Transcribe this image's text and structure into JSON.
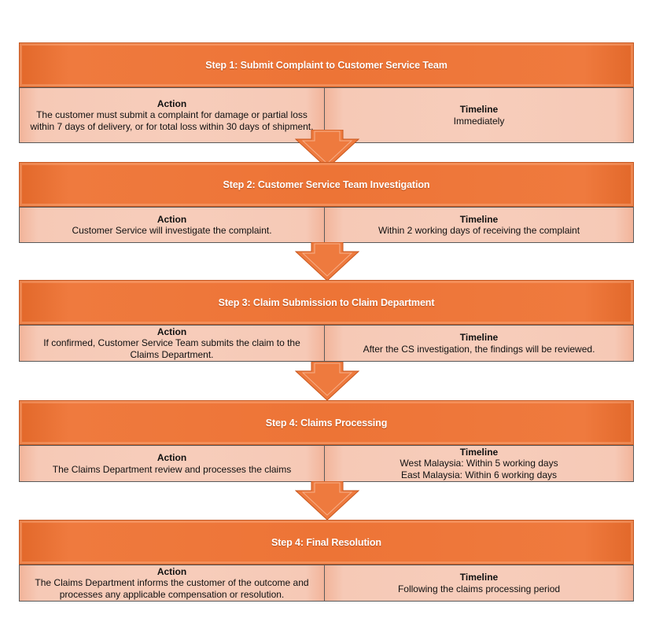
{
  "colors": {
    "header": "#ed7436",
    "cell": "#f7cdbb",
    "arrow": "#ee7a3e",
    "text_on_header": "#ffffff"
  },
  "action_heading": "Action",
  "timeline_heading": "Timeline",
  "steps": [
    {
      "title": "Step 1: Submit Complaint to Customer Service Team",
      "action_lines": [
        "The customer must submit a complaint for damage or partial loss",
        "within 7 days of delivery, or for total loss within 30 days of shipment."
      ],
      "timeline_lines": [
        "Immediately"
      ]
    },
    {
      "title": "Step 2: Customer Service Team Investigation",
      "action_lines": [
        "Customer Service will investigate the complaint."
      ],
      "timeline_lines": [
        "Within 2 working days of receiving the complaint"
      ]
    },
    {
      "title": "Step 3: Claim Submission to Claim Department",
      "action_lines": [
        "If confirmed, Customer Service Team submits the claim to the",
        "Claims Department."
      ],
      "timeline_lines": [
        "After the CS investigation, the findings will be reviewed."
      ]
    },
    {
      "title": "Step 4: Claims Processing",
      "action_lines": [
        "The Claims Department review and processes the claims"
      ],
      "timeline_lines": [
        "West Malaysia: Within 5 working days",
        "East Malaysia: Within 6 working days"
      ]
    },
    {
      "title": "Step 4: Final Resolution",
      "action_lines": [
        "The Claims Department informs the customer of the outcome and",
        "processes any applicable compensation or resolution."
      ],
      "timeline_lines": [
        "Following the claims processing period"
      ]
    }
  ]
}
